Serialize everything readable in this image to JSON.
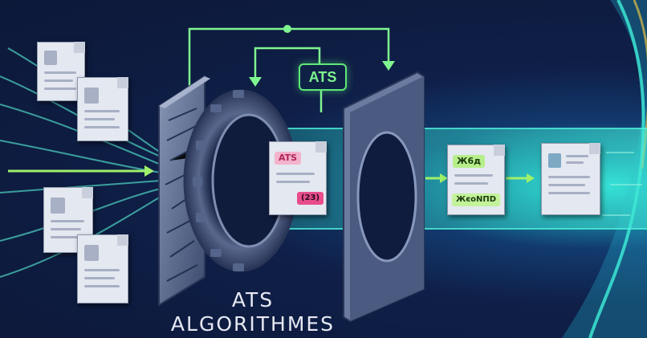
{
  "center_badge": {
    "label": "ATS"
  },
  "caption": {
    "line1": "ATS",
    "line2": "ALGORITHMES"
  },
  "resume_in_gate": {
    "top_tag": "ATS",
    "bottom_tag": "(23)"
  },
  "resume_processed": {
    "top_tag": "Ж6д",
    "bottom_tag": "ЖєоNПD"
  },
  "colors": {
    "background": "#0d1a3d",
    "flow_beam": "#33d1c4",
    "arrow_green": "#5ee879",
    "tag_pink": "#e84d8a",
    "tag_green": "#8fe25a",
    "glow_right": "#2ee8e0"
  }
}
